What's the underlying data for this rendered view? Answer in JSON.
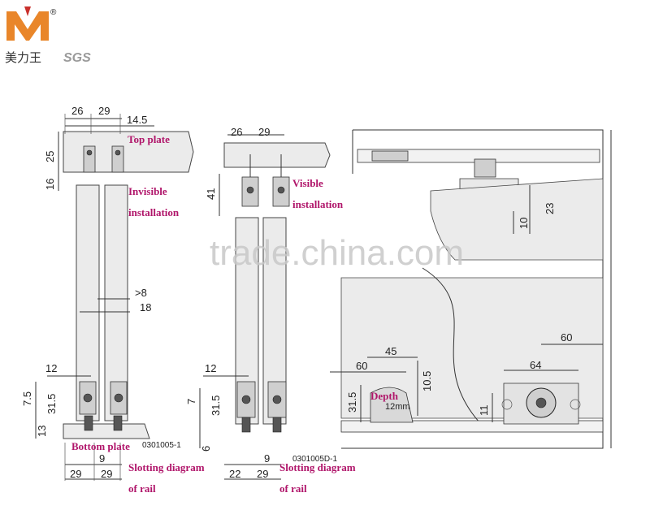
{
  "logo": {
    "mark": "M",
    "chinese_name": "美力王",
    "registered": "®",
    "cert": "SGS"
  },
  "watermark": "trade.china.com",
  "left_diagram": {
    "dims": {
      "top_26": "26",
      "top_29": "29",
      "top_14_5": "14.5",
      "side_25": "25",
      "side_16": "16",
      "gt8": ">8",
      "d18": "18",
      "d12": "12",
      "d7_5": "7.5",
      "d31_5": "31.5",
      "d13": "13",
      "d9": "9",
      "bot_29a": "29",
      "bot_29b": "29"
    },
    "labels": {
      "top_plate": "Top plate",
      "invisible": "Invisible",
      "installation": "installation",
      "bottom_plate": "Bottom plate",
      "slotting": "Slotting diagram",
      "of_rail": "of rail"
    },
    "code": "0301005-1"
  },
  "middle_diagram": {
    "dims": {
      "top_26": "26",
      "top_29": "29",
      "d41": "41",
      "d12": "12",
      "d7": "7",
      "d31_5": "31.5",
      "d6": "6",
      "d9": "9",
      "bot_22": "22",
      "bot_29": "29"
    },
    "labels": {
      "visible": "Visible",
      "installation": "installation",
      "slotting": "Slotting diagram",
      "of_rail": "of rail"
    },
    "code": "0301005D-1"
  },
  "right_diagram": {
    "dims": {
      "d23": "23",
      "d10": "10",
      "d60_top": "60",
      "d45": "45",
      "d60_left": "60",
      "d64": "64",
      "d10_5": "10.5",
      "d31_5": "31.5",
      "d11": "11"
    },
    "labels": {
      "depth": "Depth",
      "depth_value": "12mm"
    }
  },
  "colors": {
    "label": "#b0156a",
    "logo_orange": "#e9862a",
    "logo_red": "#c9302c"
  }
}
